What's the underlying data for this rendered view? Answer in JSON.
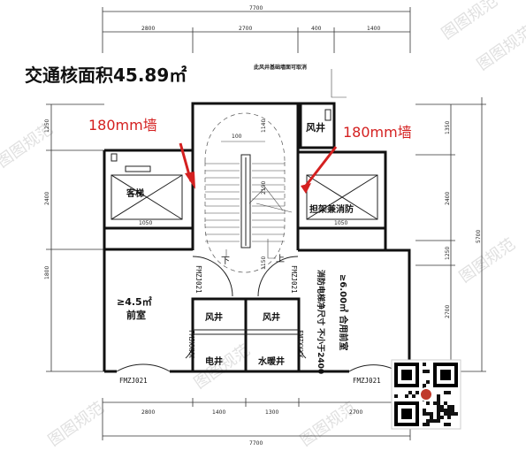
{
  "title": {
    "text": "交通核面积45.89㎡"
  },
  "annotations": {
    "wall_left": "180mm墙",
    "wall_right": "180mm墙"
  },
  "top_note": "此风井基础墙面可取消",
  "dimensions": {
    "top_total": "7700",
    "top_segments": [
      "2800",
      "2700",
      "400",
      "1400"
    ],
    "bottom_segments": [
      "2800",
      "1400",
      "1300",
      "2700"
    ],
    "bottom_total": "7700",
    "left_vertical": [
      "1250",
      "2400",
      "1800"
    ],
    "right_vertical": [
      "1350",
      "2400",
      "1250",
      "2700",
      "5700"
    ],
    "stair_dims": [
      "100",
      "1140",
      "2190",
      "1150"
    ]
  },
  "rooms": {
    "elevator_left": "客梯",
    "elevator_right": "担架兼消防",
    "front_room": "前室",
    "front_room_area": "≥4.5㎡",
    "shared_front_room": "≥6.00㎡ 合用前室",
    "shared_front_note": "消防电梯净尺寸 不小于2400",
    "shaft_top": "风井",
    "shaft_mid_left": "风井",
    "shaft_mid_right": "风井",
    "elec_shaft": "电井",
    "water_shaft": "水暖井",
    "stair_down": "下",
    "stair_up": "上"
  },
  "doors": {
    "bottom_left": "FMZJ021",
    "bottom_right": "FMZJ021",
    "stair_left": "FMZJ021",
    "stair_right": "FMZJ021",
    "shaft_left": "FMJXXXX",
    "shaft_right": "FMZXXXX",
    "elev_left_w": "1050",
    "elev_right_w": "1050"
  },
  "watermark": {
    "text": "图图规范"
  }
}
